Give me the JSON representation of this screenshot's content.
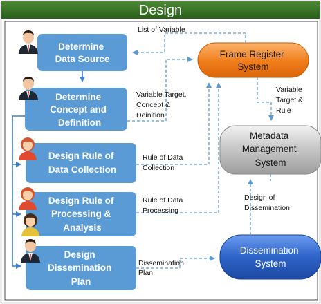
{
  "title": "Design",
  "colors": {
    "header_bg": "#2f6b1f",
    "process_box": "#5b9bd5",
    "frame_register": "#f07d1a",
    "metadata_system": "#b8b8b8",
    "dissemination_system": "#2e63c8",
    "arrow": "#5b9bd5",
    "connector": "#3f7fcf"
  },
  "processes": [
    {
      "lines": [
        "Determine",
        "Data Source"
      ]
    },
    {
      "lines": [
        "Determine",
        "Concept and",
        "Definition"
      ]
    },
    {
      "lines": [
        "Design Rule of",
        "Data Collection"
      ]
    },
    {
      "lines": [
        "Design Rule of",
        "Processing &",
        "Analysis"
      ]
    },
    {
      "lines": [
        "Design",
        "Dissemination",
        "Plan"
      ]
    }
  ],
  "systems": {
    "frame_register": {
      "lines": [
        "Frame Register",
        "System"
      ]
    },
    "metadata": {
      "lines": [
        "Metadata",
        "Management",
        "System"
      ]
    },
    "dissemination": {
      "lines": [
        "Dissemination",
        "System"
      ]
    }
  },
  "edge_labels": {
    "list_of_variable": {
      "lines": [
        "List of Variable"
      ]
    },
    "variable_target_concept": {
      "lines": [
        "Variable Target,",
        "Concept &",
        "Deinition"
      ]
    },
    "variable_target_rule": {
      "lines": [
        "Variable",
        "Target &",
        "Rule"
      ]
    },
    "rule_data_collection": {
      "lines": [
        "Rule of Data",
        "Collection"
      ]
    },
    "rule_data_processing": {
      "lines": [
        "Rule of Data",
        "Processing"
      ]
    },
    "design_of_dissemination": {
      "lines": [
        "Design of",
        "Dissemination"
      ]
    },
    "dissemination_plan": {
      "lines": [
        "Dissemination",
        "Plan"
      ]
    }
  },
  "people_icons": [
    "businessman-icon",
    "businessman-icon",
    "woman-icon",
    "woman-icon",
    "woman-icon",
    "businessman-icon"
  ]
}
